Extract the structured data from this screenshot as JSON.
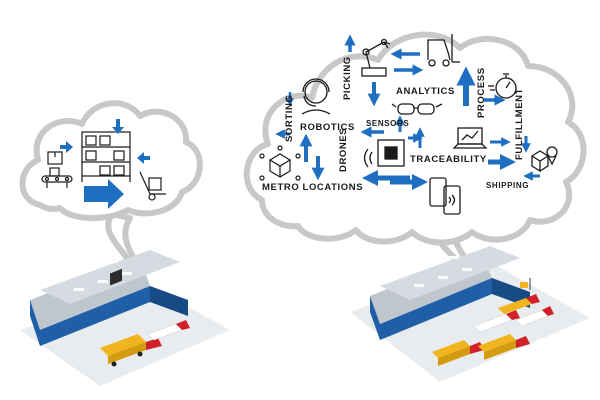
{
  "labels": {
    "picking": "PICKING",
    "analytics": "ANALYTICS",
    "process": "PROCESS",
    "sorting": "SORTING",
    "robotics": "ROBOTICS",
    "sensors": "SENSORS",
    "drones": "DRONES",
    "traceability": "TRACEABILITY",
    "fulfillment": "FULFILLMENT",
    "metro_locations": "METRO LOCATIONS",
    "shipping": "SHIPPING"
  },
  "colors": {
    "arrow_blue": "#1e6fc2",
    "cloud_fill": "#ffffff",
    "cloud_outline": "#c8c8c8",
    "building_blue": "#1f5fa8",
    "truck_yellow": "#f0b51e",
    "truck_red": "#d0202a",
    "icon_line": "#1a1a1a"
  },
  "icons": {
    "small_cloud": [
      "box-icon",
      "shelving-rack-icon",
      "conveyor-belt-icon",
      "hand-truck-icon"
    ],
    "large_cloud": [
      "robot-arm-icon",
      "forklift-icon",
      "headset-operator-icon",
      "smart-glasses-icon",
      "stopwatch-icon",
      "laptop-chart-icon",
      "network-cube-icon",
      "rfid-chip-icon",
      "mobile-devices-icon",
      "location-pin-box-icon"
    ]
  }
}
